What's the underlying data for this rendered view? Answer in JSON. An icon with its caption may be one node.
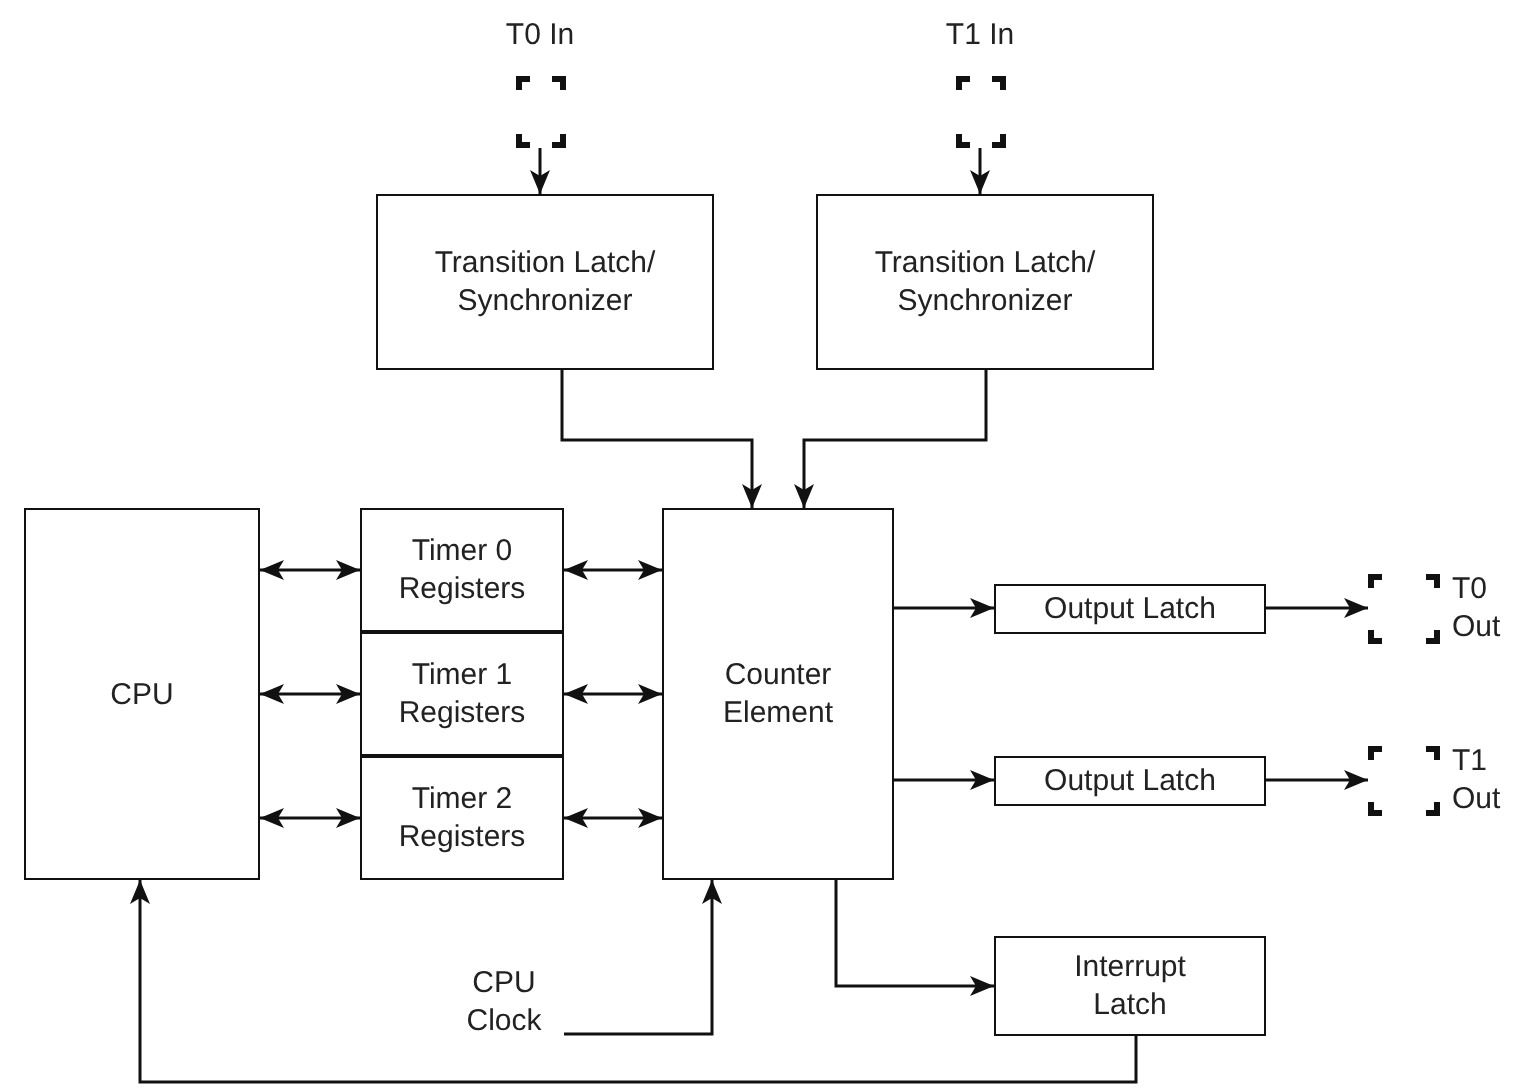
{
  "diagram": {
    "nodes": [
      {
        "text": [],
        "shape": "box",
        "beside": [
          "T0 In"
        ]
      },
      {
        "text": [],
        "shape": "box",
        "beside": [
          "T1 In"
        ]
      },
      {
        "text": [
          "Transition Latch/ Synchronizer"
        ]
      },
      {
        "text": [
          "Transition Latch/ Synchronizer"
        ]
      },
      {
        "text": [
          "CPU"
        ]
      },
      {
        "text": [
          "Timer 0 Registers"
        ]
      },
      {
        "text": [
          "Timer 1 Registers"
        ]
      },
      {
        "text": [
          "Timer 2 Registers"
        ]
      },
      {
        "text": [
          "Counter Element"
        ]
      },
      {
        "text": [
          "Output Latch"
        ]
      },
      {
        "text": [],
        "shape": "box",
        "beside": [
          "T0 Out"
        ]
      },
      {
        "text": [
          "Output Latch"
        ]
      },
      {
        "text": [],
        "shape": "box",
        "beside": [
          "T1 Out"
        ]
      },
      {
        "text": [
          "CPU Clock"
        ]
      },
      {
        "text": [
          "Interrupt Latch"
        ]
      }
    ],
    "edges": [
      {
        "from": 0,
        "to": 2,
        "arrow": "to"
      },
      {
        "from": 1,
        "to": 3,
        "arrow": "to"
      },
      {
        "from": 2,
        "to": 8,
        "arrow": "to"
      },
      {
        "from": 3,
        "to": 8,
        "arrow": "to"
      },
      {
        "from": 4,
        "to": 5,
        "arrow": "both"
      },
      {
        "from": 4,
        "to": 6,
        "arrow": "both"
      },
      {
        "from": 4,
        "to": 7,
        "arrow": "both"
      },
      {
        "from": 5,
        "to": 8,
        "arrow": "both"
      },
      {
        "from": 6,
        "to": 8,
        "arrow": "both"
      },
      {
        "from": 7,
        "to": 8,
        "arrow": "both"
      },
      {
        "from": 8,
        "to": 9,
        "arrow": "to"
      },
      {
        "from": 9,
        "to": 10,
        "arrow": "to"
      },
      {
        "from": 8,
        "to": 11,
        "arrow": "to"
      },
      {
        "from": 11,
        "to": 12,
        "arrow": "to"
      },
      {
        "from": 13,
        "to": 8,
        "arrow": "to"
      },
      {
        "from": 8,
        "to": 14,
        "arrow": "to"
      },
      {
        "from": 14,
        "to": 4,
        "arrow": "to"
      }
    ]
  }
}
